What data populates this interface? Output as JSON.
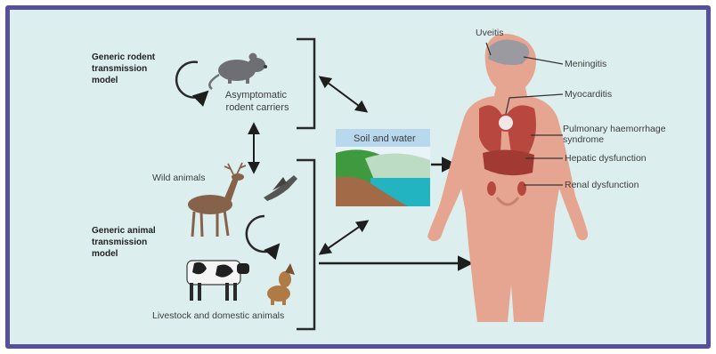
{
  "rodent_model": {
    "title_lines": [
      "Generic rodent",
      "transmission",
      "model"
    ],
    "carriers_lines": [
      "Asymptomatic",
      "rodent carriers"
    ]
  },
  "animal_model": {
    "title_lines": [
      "Generic animal",
      "transmission",
      "model"
    ],
    "wild_label": "Wild animals",
    "livestock_label": "Livestock and domestic animals"
  },
  "environment": {
    "label": "Soil and water"
  },
  "human": {
    "conditions": {
      "uveitis": "Uveitis",
      "meningitis": "Meningitis",
      "myocarditis": "Myocarditis",
      "pulmonary_lines": [
        "Pulmonary haemorrhage",
        "syndrome"
      ],
      "hepatic": "Hepatic dysfunction",
      "renal": "Renal dysfunction"
    }
  },
  "colors": {
    "frame": "#54509a",
    "background": "#dcefee",
    "body": "#e6a591",
    "organs": "#b8473f",
    "brain": "#9a9aa0",
    "soil_green": "#3f9a3f",
    "soil_brown": "#a36a48",
    "water": "#22b4c0"
  },
  "icons": [
    "rodent-icon",
    "deer-icon",
    "bird-icon",
    "cow-icon",
    "dog-icon",
    "human-body-icon"
  ]
}
